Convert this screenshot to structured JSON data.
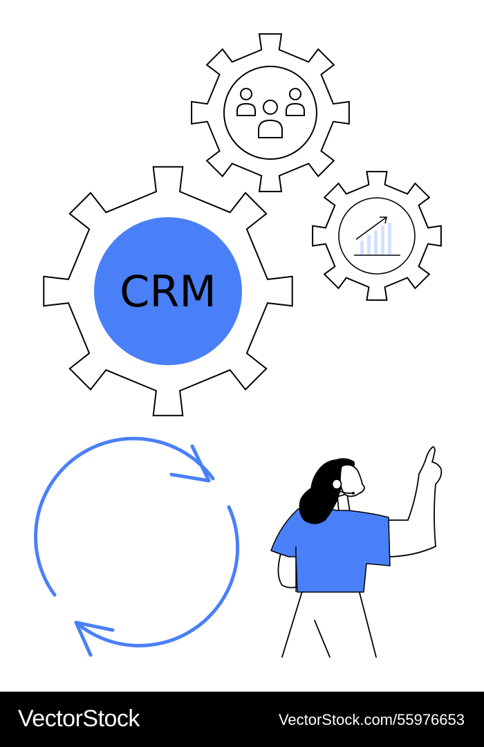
{
  "illustration": {
    "crm_label": "CRM",
    "accent_color": "#4a80f7",
    "light_accent_color": "#d3e0ff",
    "line_color": "#000000",
    "icons": {
      "large_gear": "crm-gear-icon",
      "people_gear": "people-gear-icon",
      "chart_gear": "chart-gear-icon",
      "cycle": "refresh-cycle-icon",
      "person": "woman-with-headset-pointing-icon"
    }
  },
  "footer": {
    "watermark_left": "VectorStock",
    "watermark_right": "VectorStock.com/55976653"
  }
}
